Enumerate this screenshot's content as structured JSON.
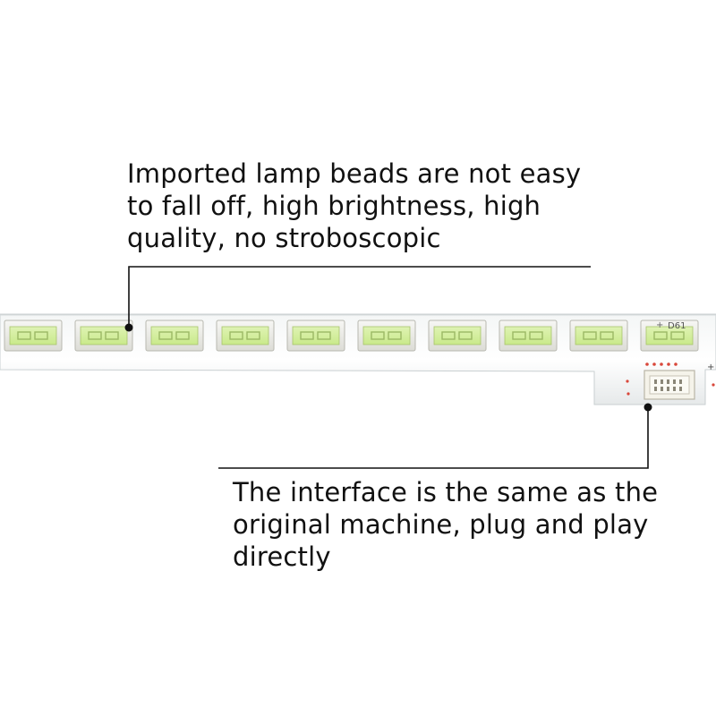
{
  "annotations": {
    "lamp_beads": {
      "lines": [
        "Imported lamp beads are not easy",
        "to fall off, high brightness, high",
        "quality, no stroboscopic"
      ]
    },
    "interface": {
      "lines": [
        "The interface is the same as the",
        "original machine, plug and play",
        "directly"
      ]
    }
  },
  "led_strip": {
    "led_count": 10,
    "pcb_marking": "D61",
    "connector_polarity": [
      "+",
      "+"
    ]
  }
}
